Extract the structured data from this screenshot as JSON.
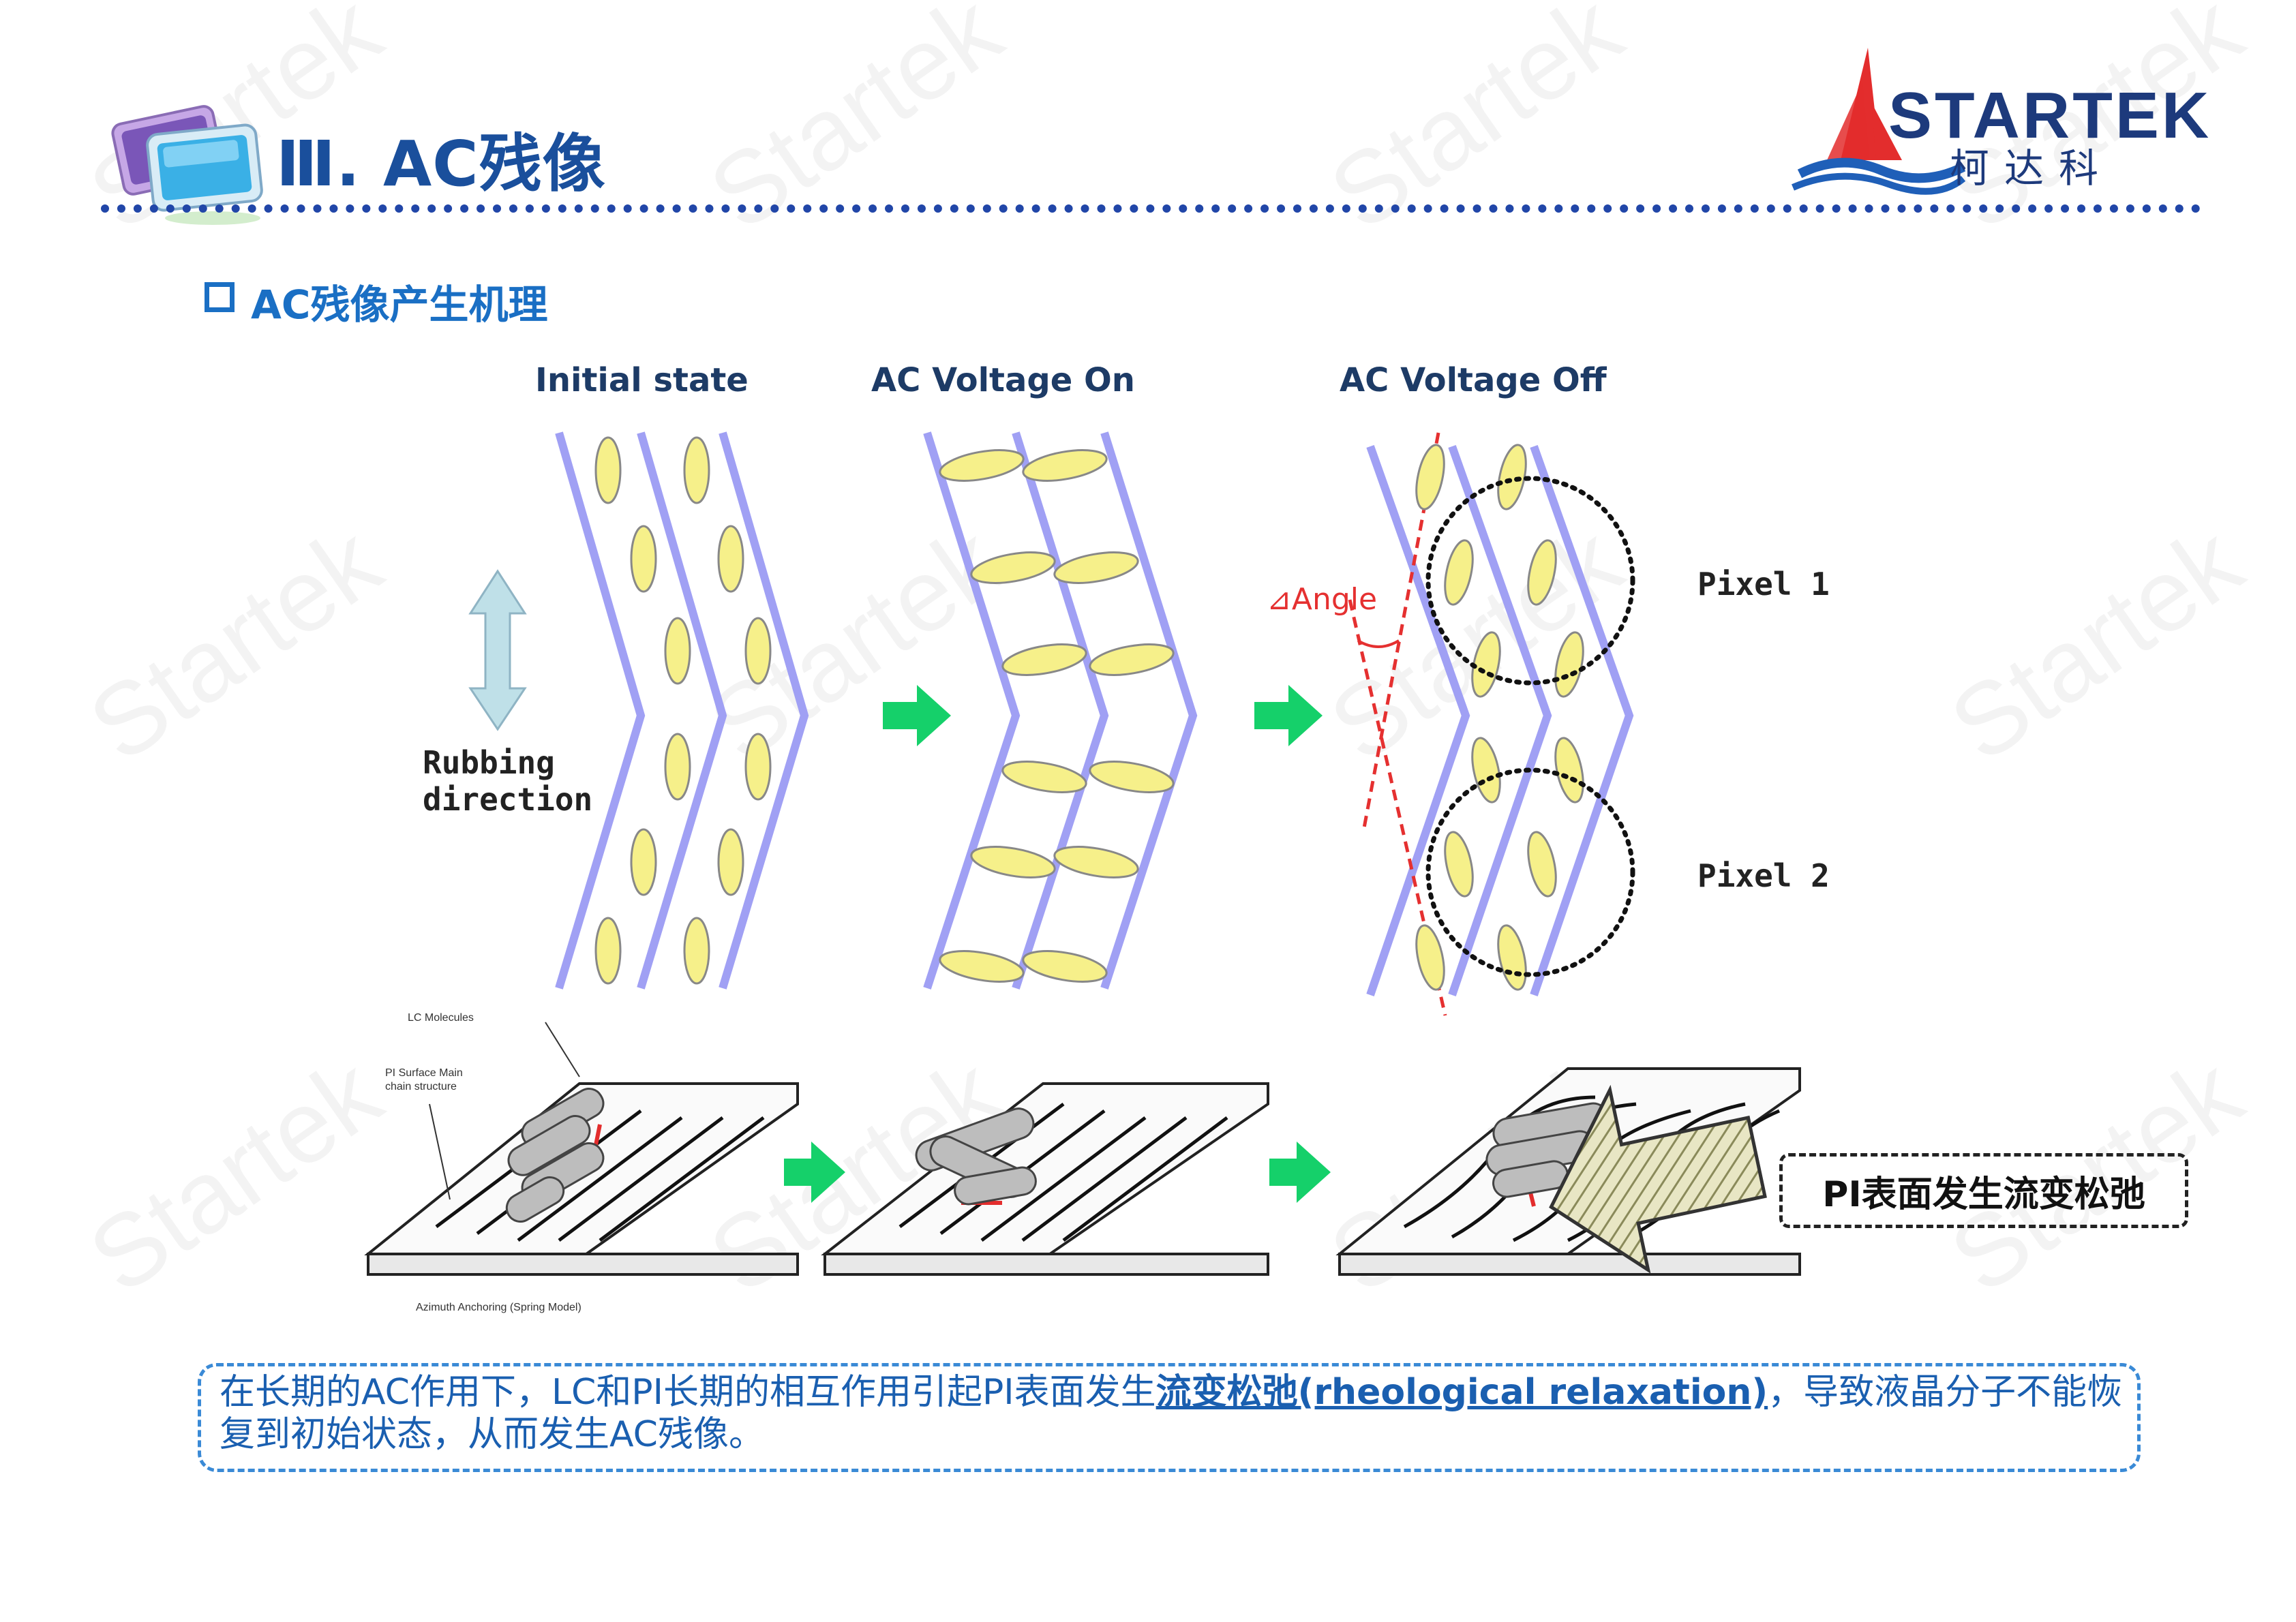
{
  "header": {
    "title": "Ⅲ. AC残像",
    "logo_text": "STARTEK",
    "logo_cn": "柯达科"
  },
  "watermark": "Startek",
  "section": {
    "title": "AC残像产生机理"
  },
  "diagram": {
    "phases": [
      "Initial state",
      "AC Voltage On",
      "AC Voltage Off"
    ],
    "rubbing_label_1": "Rubbing",
    "rubbing_label_2": "direction",
    "angle_label": "⊿Angle",
    "pixel_1": "Pixel 1",
    "pixel_2": "Pixel 2",
    "lc_molecules": "LC Molecules",
    "pi_surface_1": "PI Surface Main",
    "pi_surface_2": "chain structure",
    "azimuth": "Azimuth Anchoring (Spring Model)",
    "pi_callout": "PI表面发生流变松弛"
  },
  "bottom_note": {
    "part1": "在长期的AC作用下，LC和PI长期的相互作用引起PI表面发生",
    "highlight": "流变松弛(rheological relaxation)",
    "part2": "，导致液晶分子不能恢复到初始状态，从而发生AC残像。"
  },
  "colors": {
    "title_blue": "#1a4f9c",
    "section_blue": "#1a6fc4",
    "electrode": "#9a9af2",
    "lc_fill": "#f6f08a",
    "arrow_green": "#15d06a",
    "angle_red": "#e53030",
    "rubbing_arrow": "#b8dde6"
  }
}
